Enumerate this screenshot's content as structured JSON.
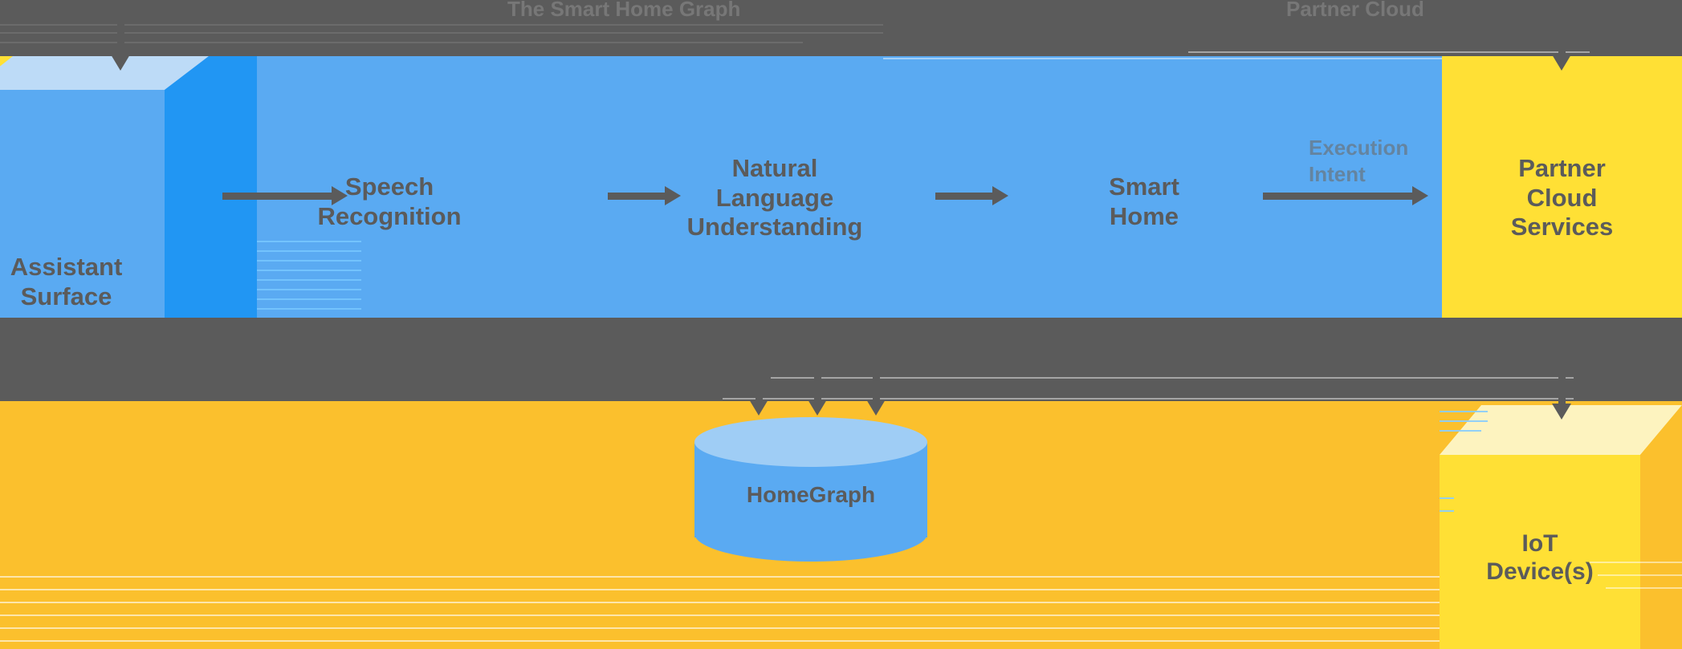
{
  "diagram": {
    "title_center": "The Smart Home Graph",
    "title_right": "Partner Cloud",
    "bands": {
      "top_gray": "#5b5b5b",
      "blue": "#5aaaf2",
      "mid_gray": "#5b5b5b",
      "amber": "#fbc02d"
    },
    "colors": {
      "google_blue": "#5aaaf2",
      "google_blue_dark": "#2196f3",
      "google_blue_light": "#bddbf7",
      "google_yellow": "#ffe035",
      "google_yellow_light": "#fdf3bf",
      "google_amber": "#fbc02d",
      "gray_text": "#5b5b5b"
    },
    "nodes": [
      {
        "id": "assistant-surface",
        "label": "Assistant\nSurface",
        "shape": "cube",
        "color": "#5aaaf2"
      },
      {
        "id": "speech-recognition",
        "label": "Speech\nRecognition",
        "shape": "text",
        "color": "#5aaaf2"
      },
      {
        "id": "nlu",
        "label": "Natural\nLanguage\nUnderstanding",
        "shape": "text",
        "color": "#5aaaf2"
      },
      {
        "id": "smart-home",
        "label": "Smart\nHome",
        "shape": "text",
        "color": "#5aaaf2"
      },
      {
        "id": "partner-cloud",
        "label": "Partner\nCloud\nServices",
        "shape": "rect",
        "color": "#ffe035"
      },
      {
        "id": "homegraph",
        "label": "HomeGraph",
        "shape": "cylinder",
        "color": "#5aaaf2"
      },
      {
        "id": "iot-device",
        "label": "IoT\nDevice(s)",
        "shape": "cube",
        "color": "#ffe035"
      }
    ],
    "edges": [
      {
        "id": "assistant-to-speech",
        "from": "assistant-surface",
        "to": "speech-recognition",
        "label": "",
        "direction": "right"
      },
      {
        "id": "speech-to-nlu",
        "from": "speech-recognition",
        "to": "nlu",
        "label": "",
        "direction": "right"
      },
      {
        "id": "nlu-to-smarthome",
        "from": "nlu",
        "to": "smart-home",
        "label": "",
        "direction": "right"
      },
      {
        "id": "smarthome-to-partner",
        "from": "smart-home",
        "to": "partner-cloud",
        "label": "Execution\nIntent",
        "direction": "right"
      },
      {
        "id": "into-assistant",
        "from": "",
        "to": "assistant-surface",
        "label": "",
        "direction": "down"
      },
      {
        "id": "into-partner",
        "from": "",
        "to": "partner-cloud",
        "label": "",
        "direction": "down"
      },
      {
        "id": "into-homegraph-1",
        "from": "",
        "to": "homegraph",
        "label": "",
        "direction": "down"
      },
      {
        "id": "into-homegraph-2",
        "from": "",
        "to": "homegraph",
        "label": "",
        "direction": "down"
      },
      {
        "id": "into-homegraph-3",
        "from": "",
        "to": "homegraph",
        "label": "",
        "direction": "down"
      },
      {
        "id": "into-iot-device",
        "from": "",
        "to": "iot-device",
        "label": "",
        "direction": "down"
      }
    ],
    "arrow_label_execution_intent": "Execution\nIntent"
  }
}
